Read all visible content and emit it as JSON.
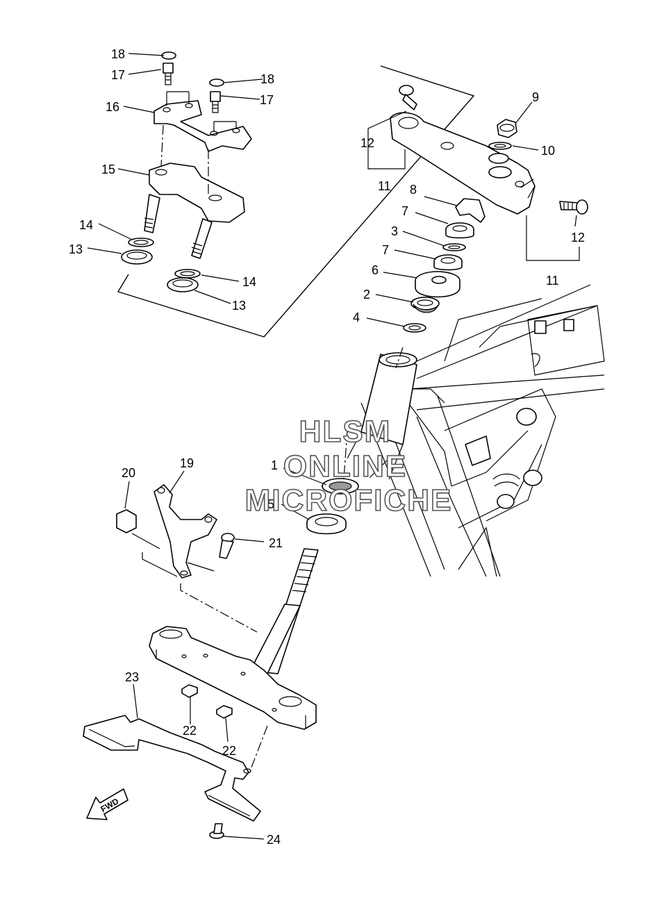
{
  "callouts": [
    {
      "id": "c1",
      "label": "1"
    },
    {
      "id": "c2",
      "label": "2"
    },
    {
      "id": "c3",
      "label": "3"
    },
    {
      "id": "c4",
      "label": "4"
    },
    {
      "id": "c5",
      "label": "5"
    },
    {
      "id": "c6",
      "label": "6"
    },
    {
      "id": "c7a",
      "label": "7"
    },
    {
      "id": "c7b",
      "label": "7"
    },
    {
      "id": "c8",
      "label": "8"
    },
    {
      "id": "c9",
      "label": "9"
    },
    {
      "id": "c10",
      "label": "10"
    },
    {
      "id": "c11a",
      "label": "11"
    },
    {
      "id": "c11b",
      "label": "11"
    },
    {
      "id": "c12a",
      "label": "12"
    },
    {
      "id": "c12b",
      "label": "12"
    },
    {
      "id": "c13a",
      "label": "13"
    },
    {
      "id": "c13b",
      "label": "13"
    },
    {
      "id": "c14a",
      "label": "14"
    },
    {
      "id": "c14b",
      "label": "14"
    },
    {
      "id": "c15",
      "label": "15"
    },
    {
      "id": "c16",
      "label": "16"
    },
    {
      "id": "c17a",
      "label": "17"
    },
    {
      "id": "c17b",
      "label": "17"
    },
    {
      "id": "c18a",
      "label": "18"
    },
    {
      "id": "c18b",
      "label": "18"
    },
    {
      "id": "c19",
      "label": "19"
    },
    {
      "id": "c20",
      "label": "20"
    },
    {
      "id": "c21",
      "label": "21"
    },
    {
      "id": "c22a",
      "label": "22"
    },
    {
      "id": "c22b",
      "label": "22"
    },
    {
      "id": "c23",
      "label": "23"
    },
    {
      "id": "c24",
      "label": "24"
    }
  ],
  "watermark": {
    "line1": "HLSM",
    "line2": "ONLINE",
    "line3": "MICROFICHE"
  },
  "fwd_label": "FWD"
}
